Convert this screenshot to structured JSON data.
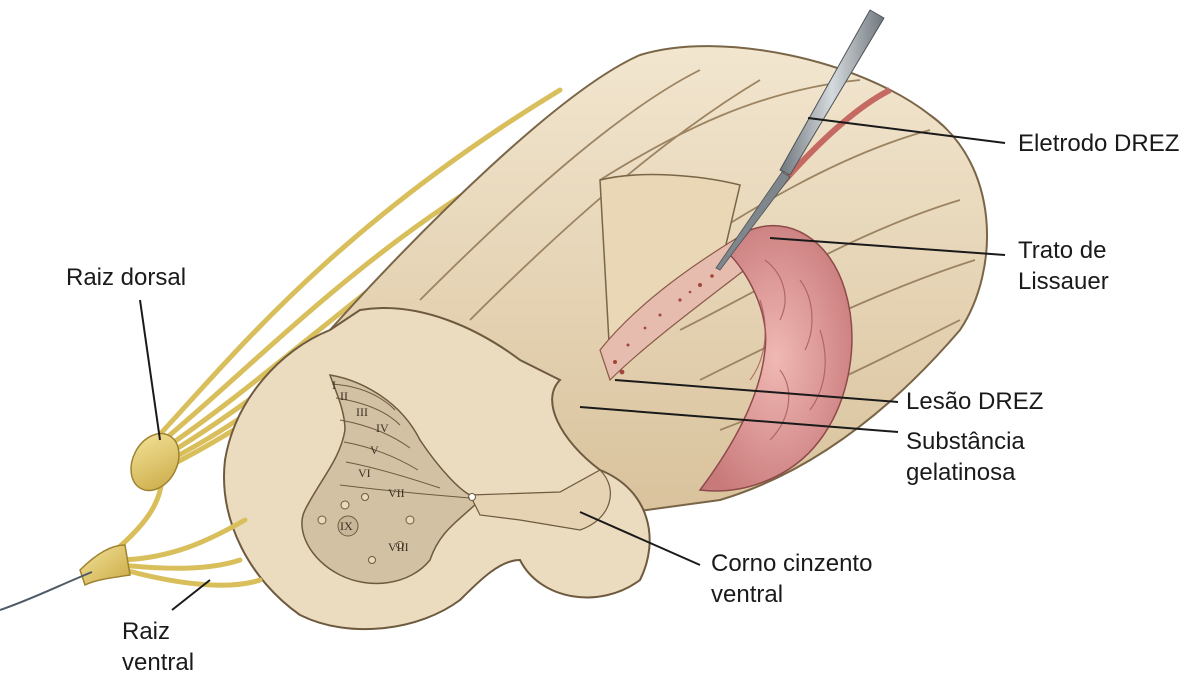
{
  "labels": {
    "eletrodo": "Eletrodo DREZ",
    "trato_1": "Trato de",
    "trato_2": "Lissauer",
    "raiz_dorsal": "Raiz dorsal",
    "lesao": "Lesão DREZ",
    "substancia_1": "Substância",
    "substancia_2": "gelatinosa",
    "corno_1": "Corno cinzento",
    "corno_2": "ventral",
    "raiz_ventral_1": "Raiz",
    "raiz_ventral_2": "ventral"
  },
  "laminae": [
    "I",
    "II",
    "III",
    "IV",
    "V",
    "VI",
    "VII",
    "VIII",
    "IX"
  ],
  "colors": {
    "cord": "#ecdcbf",
    "cord_shadow": "#c9b08a",
    "gray_matter": "#d3c1a4",
    "nerve": "#e3cc73",
    "lesion": "#d68a8a",
    "electrode": "#9aa3aa"
  }
}
